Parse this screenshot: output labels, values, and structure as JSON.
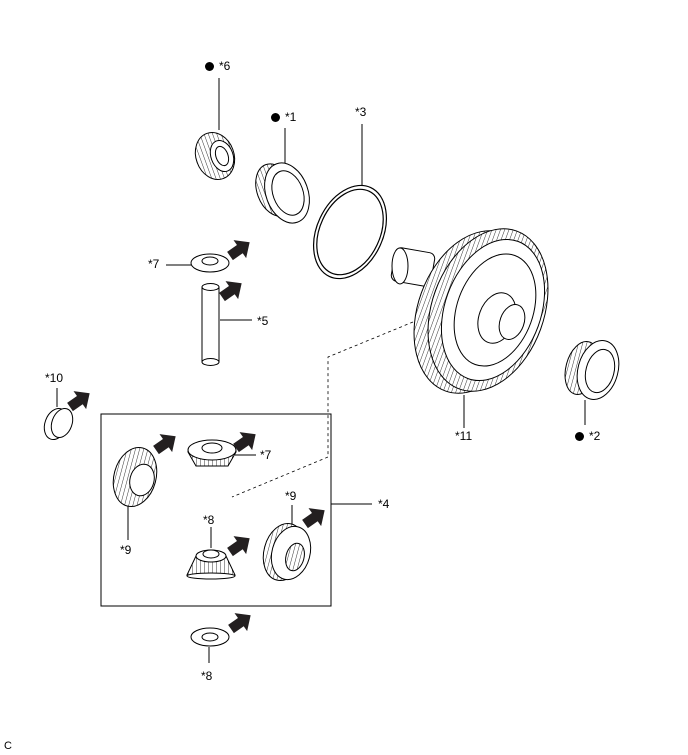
{
  "diagram": {
    "callouts": [
      {
        "id": "c1",
        "text": "*1",
        "marked": true
      },
      {
        "id": "c2",
        "text": "*2",
        "marked": true
      },
      {
        "id": "c3",
        "text": "*3",
        "marked": false
      },
      {
        "id": "c4",
        "text": "*4",
        "marked": false
      },
      {
        "id": "c5",
        "text": "*5",
        "marked": false
      },
      {
        "id": "c6",
        "text": "*6",
        "marked": true
      },
      {
        "id": "c7a",
        "text": "*7",
        "marked": false
      },
      {
        "id": "c7b",
        "text": "*7",
        "marked": false
      },
      {
        "id": "c8a",
        "text": "*8",
        "marked": false
      },
      {
        "id": "c8b",
        "text": "*8",
        "marked": false
      },
      {
        "id": "c9a",
        "text": "*9",
        "marked": false
      },
      {
        "id": "c9b",
        "text": "*9",
        "marked": false
      },
      {
        "id": "c10",
        "text": "*10",
        "marked": false
      },
      {
        "id": "c11",
        "text": "*11",
        "marked": false
      }
    ],
    "corner_code": "C",
    "colors": {
      "line": "#000000",
      "arrow": "#231f20",
      "fill": "#ffffff"
    }
  }
}
